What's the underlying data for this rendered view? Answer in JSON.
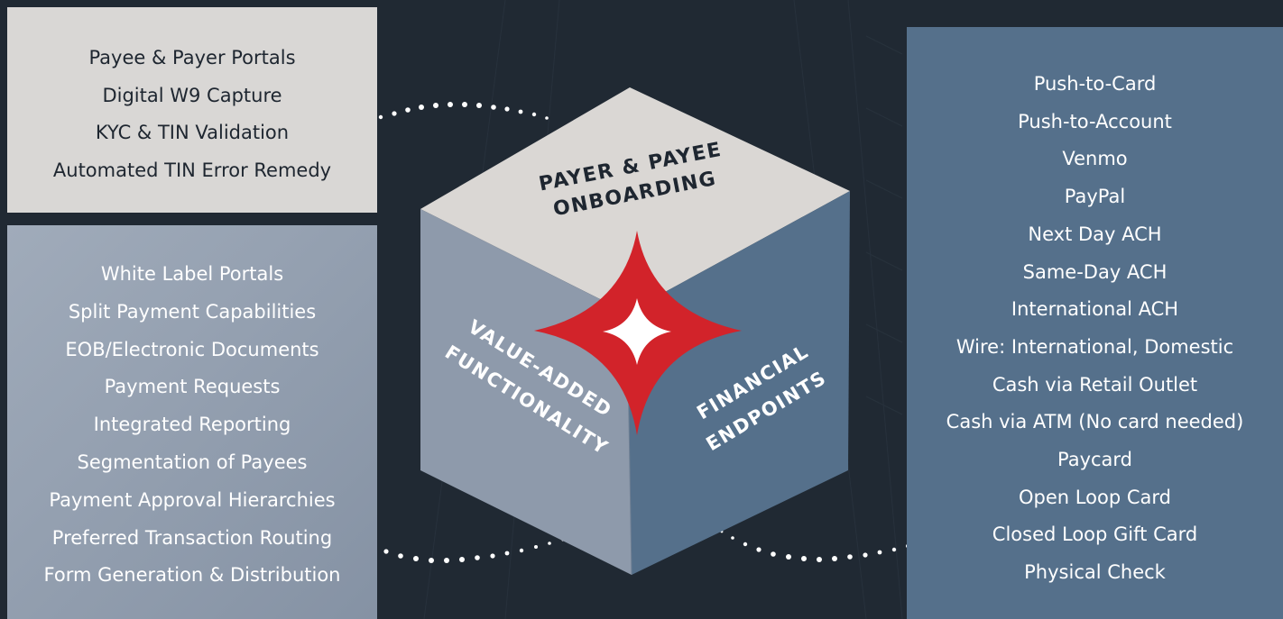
{
  "onboarding_list": {
    "items": [
      "Payee & Payer Portals",
      "Digital W9 Capture",
      "KYC & TIN Validation",
      "Automated TIN Error Remedy"
    ]
  },
  "value_list": {
    "items": [
      "White Label Portals",
      "Split Payment Capabilities",
      "EOB/Electronic Documents",
      "Payment Requests",
      "Integrated Reporting",
      "Segmentation of Payees",
      "Payment Approval Hierarchies",
      "Preferred Transaction Routing",
      "Form Generation & Distribution"
    ]
  },
  "endpoints_list": {
    "items": [
      "Push-to-Card",
      "Push-to-Account",
      "Venmo",
      "PayPal",
      "Next Day ACH",
      "Same-Day ACH",
      "International ACH",
      "Wire: International, Domestic",
      "Cash via Retail Outlet",
      "Cash via ATM (No card needed)",
      "Paycard",
      "Open Loop Card",
      "Closed Loop Gift Card",
      "Physical Check"
    ]
  },
  "cube": {
    "top_line1": "PAYER & PAYEE",
    "top_line2": "ONBOARDING",
    "left_line1": "VALUE-ADDED",
    "left_line2": "FUNCTIONALITY",
    "right_line1": "FINANCIAL",
    "right_line2": "ENDPOINTS"
  },
  "colors": {
    "background": "#202933",
    "onboarding_panel": "#d9d7d5",
    "value_panel": "#8f9bac",
    "endpoints_panel": "#55708b",
    "star_red": "#d2232a",
    "cube_top": "#dad7d4",
    "cube_left": "#8e9aab",
    "cube_right": "#55708b"
  },
  "icons": [
    "four-point-star-icon"
  ]
}
